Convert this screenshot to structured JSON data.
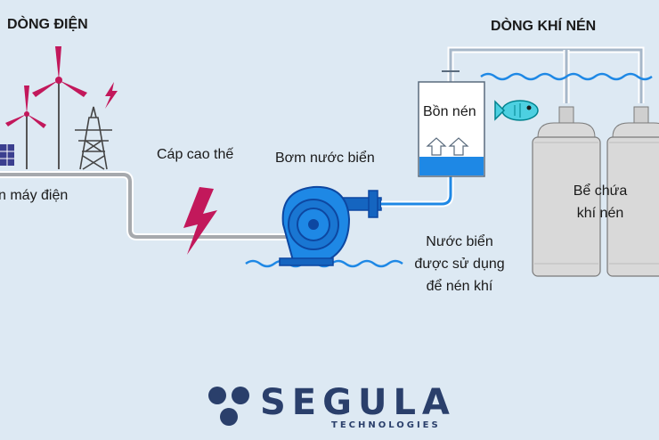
{
  "headers": {
    "power_flow": "DÒNG ĐIỆN",
    "air_flow": "DÒNG KHÍ NÉN"
  },
  "labels": {
    "power_plant": "n máy điện",
    "cable": "Cáp cao thế",
    "pump": "Bơm nước biển",
    "compression_tank": "Bồn nén",
    "seawater_line1": "Nước biển",
    "seawater_line2": "được sử dụng",
    "seawater_line3": "để nén khí",
    "storage_line1": "Bể chứa",
    "storage_line2": "khí nén"
  },
  "logo": {
    "brand": "SEGULA",
    "tagline": "TECHNOLOGIES"
  },
  "colors": {
    "background": "#dde9f3",
    "pipe": "#a6a9ad",
    "water_blue": "#1e88e5",
    "lightning": "#c2185b",
    "turbine": "#c2185b",
    "tank_gray": "#d9d9d9",
    "logo_navy": "#2a3f6b"
  }
}
